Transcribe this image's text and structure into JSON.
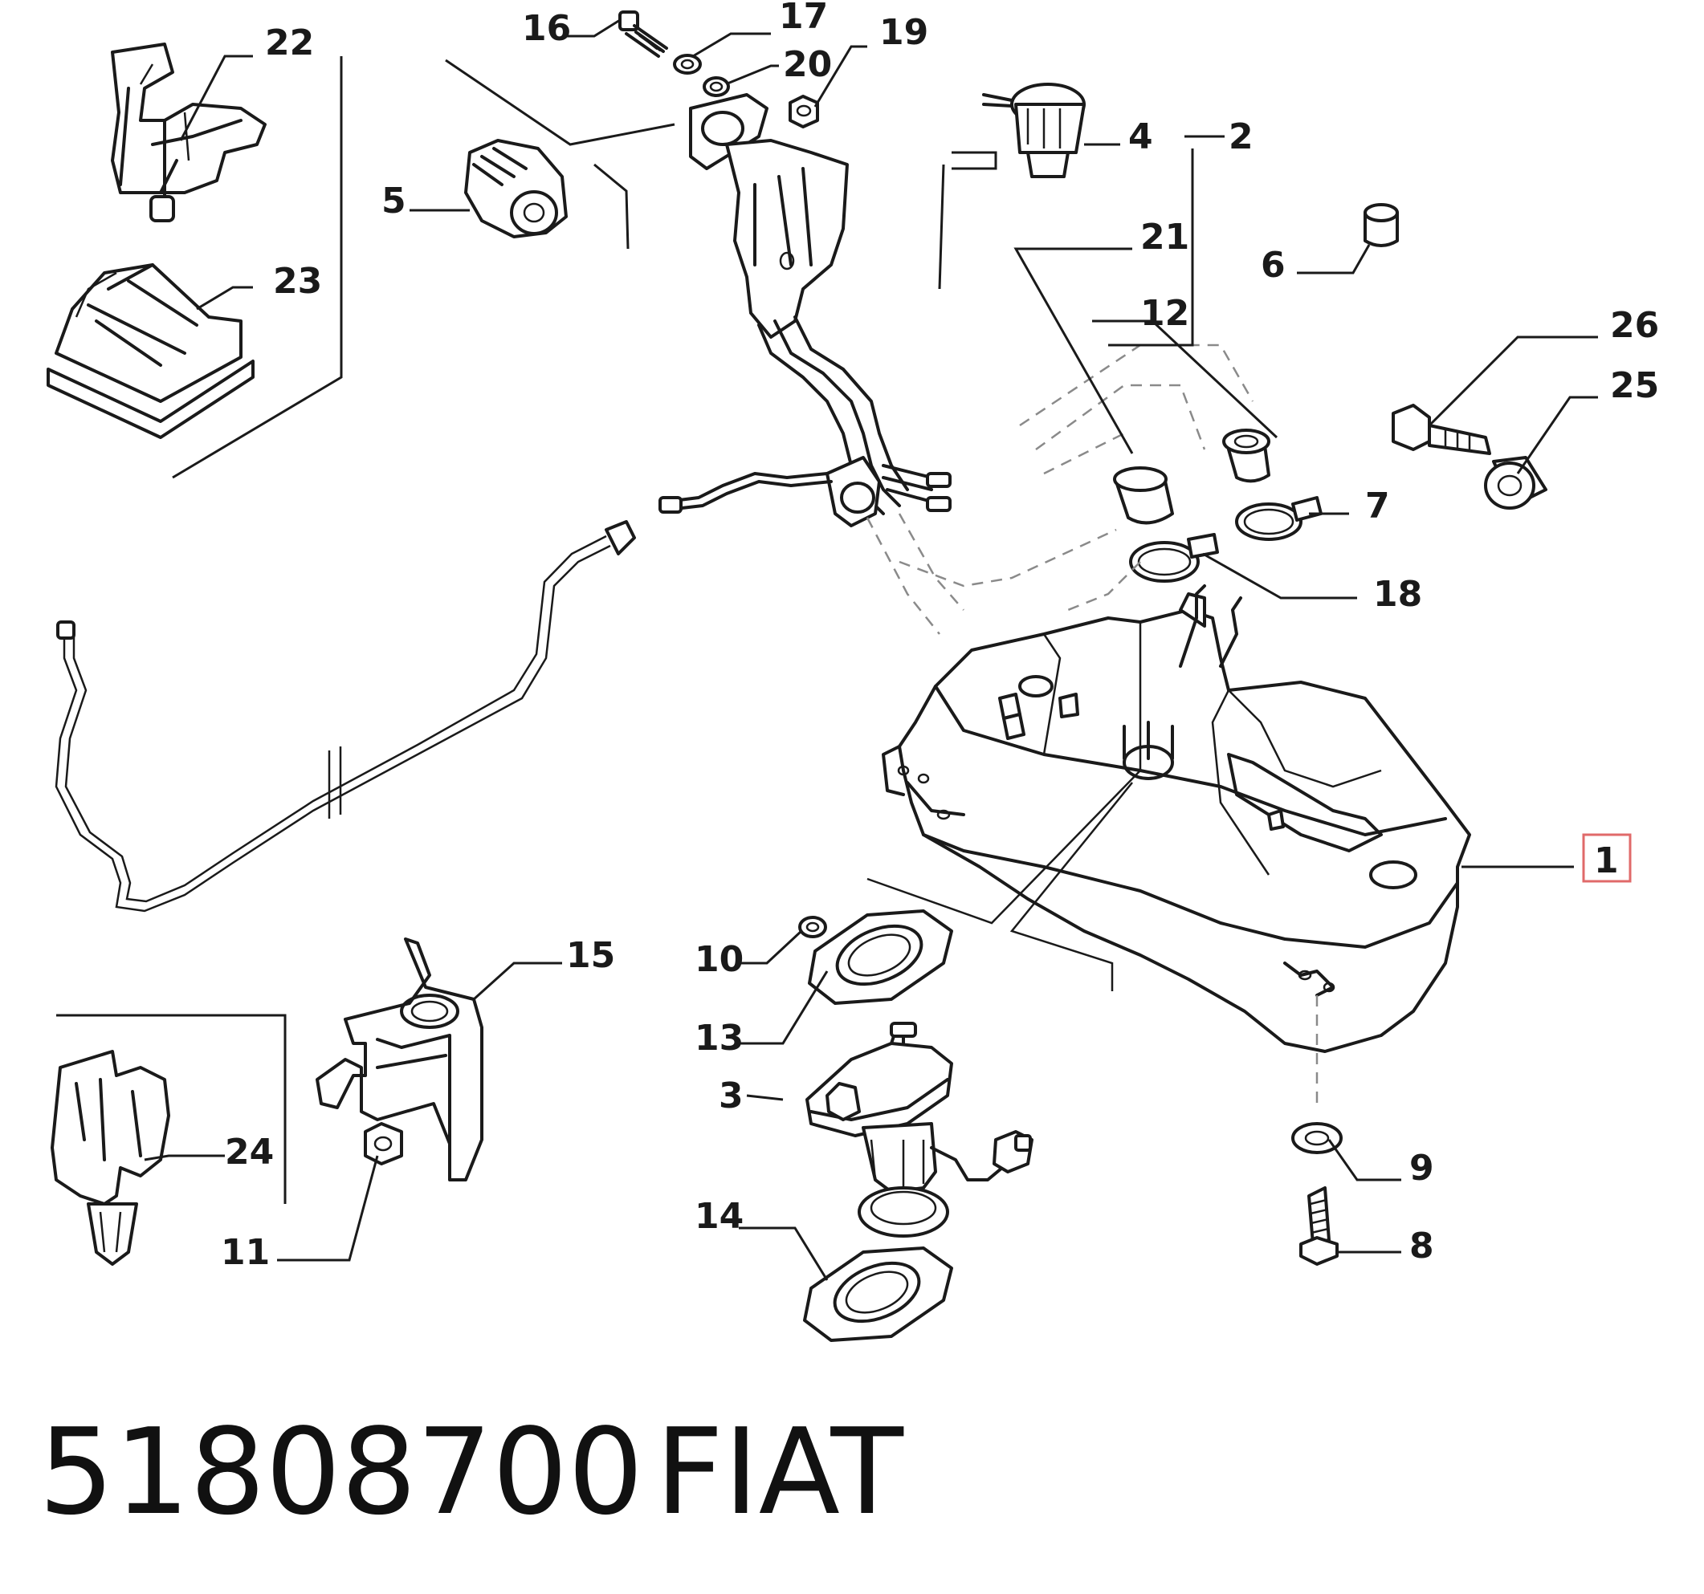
{
  "callouts": {
    "c1": "1",
    "c2": "2",
    "c3": "3",
    "c4": "4",
    "c5": "5",
    "c6": "6",
    "c7": "7",
    "c8": "8",
    "c9": "9",
    "c10": "10",
    "c11": "11",
    "c12": "12",
    "c13": "13",
    "c14": "14",
    "c15": "15",
    "c16": "16",
    "c17": "17",
    "c18": "18",
    "c19": "19",
    "c20": "20",
    "c21": "21",
    "c22": "22",
    "c23": "23",
    "c24": "24",
    "c25": "25",
    "c26": "26"
  },
  "highlighted_callout": "1",
  "colors": {
    "highlight": "#e06a6a",
    "ink": "#1a1a1a"
  },
  "footer": {
    "part_number": "51808700",
    "brand": "FIAT"
  }
}
